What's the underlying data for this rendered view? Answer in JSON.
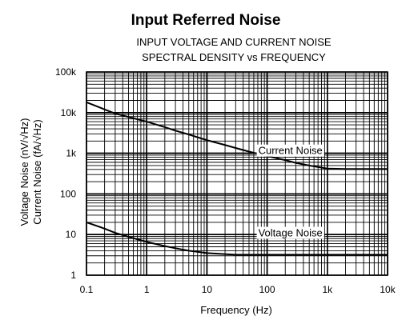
{
  "chart_data": {
    "type": "line",
    "title": "Input Referred Noise",
    "subtitle": [
      "INPUT VOLTAGE AND CURRENT NOISE",
      "SPECTRAL DENSITY vs FREQUENCY"
    ],
    "xlabel": "Frequency (Hz)",
    "ylabel": [
      "Voltage Noise (nV/√Hz)",
      "Current Noise (fA/√Hz)"
    ],
    "x_scale": "log",
    "y_scale": "log",
    "xlim": [
      0.1,
      10000
    ],
    "ylim": [
      1,
      100000
    ],
    "x_ticks": [
      0.1,
      1,
      10,
      100,
      1000,
      10000
    ],
    "x_tick_labels": [
      "0.1",
      "1",
      "10",
      "100",
      "1k",
      "10k"
    ],
    "y_ticks": [
      1,
      10,
      100,
      1000,
      10000,
      100000
    ],
    "y_tick_labels": [
      "1",
      "10",
      "100",
      "1k",
      "10k",
      "100k"
    ],
    "grid": true,
    "series": [
      {
        "name": "Current Noise",
        "color": "#000000",
        "x": [
          0.1,
          0.2,
          0.3,
          0.5,
          1,
          2,
          3,
          5,
          10,
          20,
          30,
          50,
          100,
          200,
          300,
          500,
          1000,
          2000,
          5000,
          10000
        ],
        "y": [
          18000,
          12000,
          9500,
          7800,
          6000,
          4400,
          3600,
          2900,
          2100,
          1600,
          1350,
          1100,
          850,
          680,
          580,
          500,
          420,
          410,
          410,
          410
        ]
      },
      {
        "name": "Voltage Noise",
        "color": "#000000",
        "x": [
          0.1,
          0.2,
          0.3,
          0.5,
          1,
          2,
          3,
          5,
          10,
          20,
          30,
          50,
          100,
          1000,
          10000
        ],
        "y": [
          20,
          14,
          11,
          8.8,
          6.6,
          5.2,
          4.6,
          4.0,
          3.5,
          3.3,
          3.2,
          3.2,
          3.2,
          3.2,
          3.2
        ]
      }
    ]
  }
}
